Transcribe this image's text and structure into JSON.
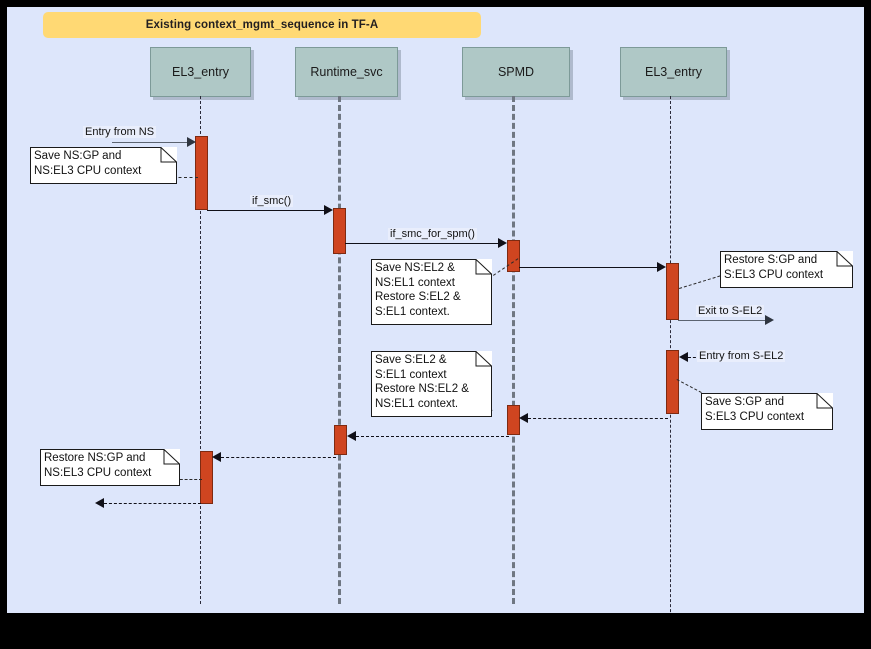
{
  "diagram": {
    "title": "Existing context_mgmt_sequence in TF-A",
    "background_color": "#dde6fb",
    "title_color": "#ffd974",
    "lifeline_head_color": "#afc8c6",
    "activation_color": "#cf4520"
  },
  "lifelines": [
    {
      "id": "el3_entry_ns",
      "label": "EL3_entry"
    },
    {
      "id": "runtime_svc",
      "label": "Runtime_svc"
    },
    {
      "id": "spmd",
      "label": "SPMD"
    },
    {
      "id": "el3_entry_s",
      "label": "EL3_entry"
    }
  ],
  "messages": [
    {
      "id": "entry_from_ns",
      "label": "Entry from NS"
    },
    {
      "id": "if_smc",
      "label": "if_smc()"
    },
    {
      "id": "if_smc_for_spm",
      "label": "if_smc_for_spm()"
    },
    {
      "id": "spmd_to_el3",
      "label": ""
    },
    {
      "id": "exit_to_sel2",
      "label": "Exit to S-EL2"
    },
    {
      "id": "entry_from_sel2",
      "label": "Entry from S-EL2"
    },
    {
      "id": "el3_to_spmd_return",
      "label": ""
    },
    {
      "id": "spmd_to_runtime_return",
      "label": ""
    },
    {
      "id": "runtime_to_el3_return",
      "label": ""
    },
    {
      "id": "el3_exit_return",
      "label": ""
    }
  ],
  "notes": [
    {
      "id": "note_save_ns_gp",
      "text": "Save NS:GP and\nNS:EL3 CPU context"
    },
    {
      "id": "note_save_ns_el2",
      "text": "Save NS:EL2 &\nNS:EL1 context\nRestore S:EL2 &\nS:EL1 context."
    },
    {
      "id": "note_restore_s_gp",
      "text": "Restore S:GP and\nS:EL3 CPU context"
    },
    {
      "id": "note_save_s_el2",
      "text": "Save S:EL2 &\nS:EL1 context\nRestore NS:EL2 &\nNS:EL1 context."
    },
    {
      "id": "note_save_s_gp",
      "text": "Save S:GP and\nS:EL3 CPU context"
    },
    {
      "id": "note_restore_ns_gp",
      "text": "Restore NS:GP and\nNS:EL3 CPU context"
    }
  ]
}
